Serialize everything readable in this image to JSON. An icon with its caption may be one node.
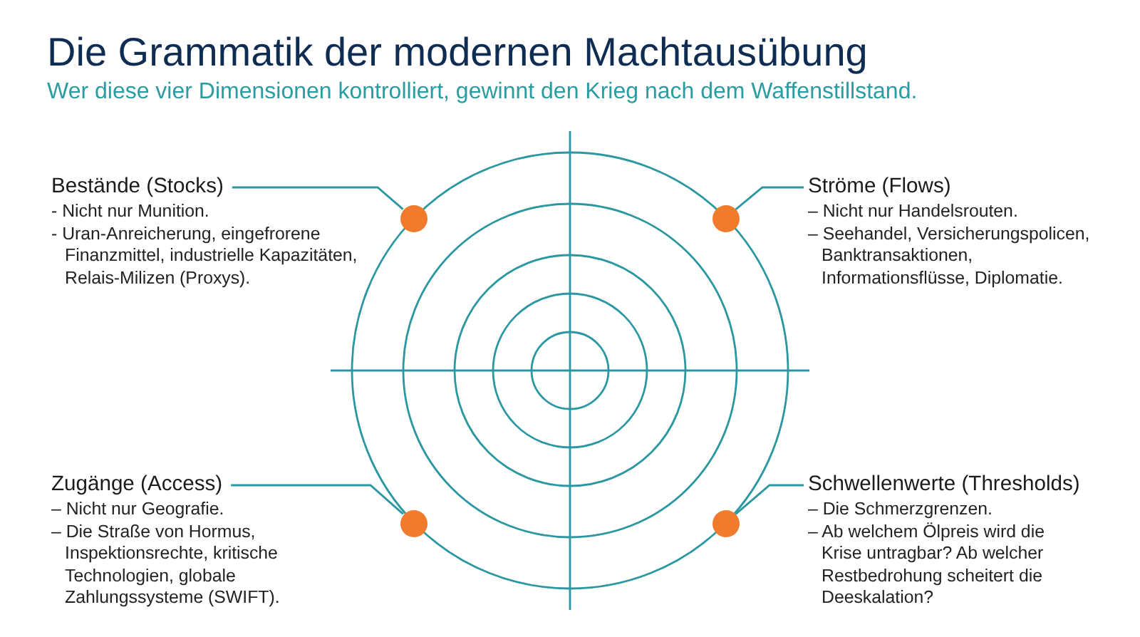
{
  "diagram": {
    "title": "Die Grammatik der modernen Machtausübung",
    "nodes": [
      {
        "text": [
          "Bestände (Stocks)",
          "- Nicht nur Munition.",
          "- Uran-Anreicherung, eingefrorene Finanzmittel, industrielle Kapazitäten, Relais-Milizen (Proxys)."
        ]
      },
      {
        "text": [],
        "shape": "circle"
      },
      {
        "text": [
          "Ströme (Flows)",
          "– Nicht nur Handelsrouten.",
          "– Seehandel, Versicherungspolicen, Banktransaktionen, Informationsflüsse, Diplomatie."
        ]
      },
      {
        "text": [],
        "shape": "circle"
      },
      {
        "text": [
          "Zugänge (Access)",
          "– Nicht nur Geografie.",
          "– Die Straße von Hormus, Inspektionsrechte, kritische Technologien, globale Zahlungssysteme (SWIFT)."
        ]
      },
      {
        "text": [],
        "shape": "circle"
      },
      {
        "text": [
          "Schwellenwerte (Thresholds)",
          "– Die Schmerzgrenzen.",
          "– Ab welchem Ölpreis wird die Krise untragbar? Ab welcher Restbedrohung scheitert die Deeskalation?"
        ]
      },
      {
        "text": [],
        "shape": "circle"
      }
    ],
    "edges": [
      {
        "from": 0,
        "to": 1,
        "arrow": "none"
      },
      {
        "from": 2,
        "to": 3,
        "arrow": "none"
      },
      {
        "from": 4,
        "to": 5,
        "arrow": "none"
      },
      {
        "from": 6,
        "to": 7,
        "arrow": "none"
      }
    ],
    "labels": [
      "Wer diese vier Dimensionen kontrolliert, gewinnt den Krieg nach dem Waffenstillstand."
    ]
  }
}
